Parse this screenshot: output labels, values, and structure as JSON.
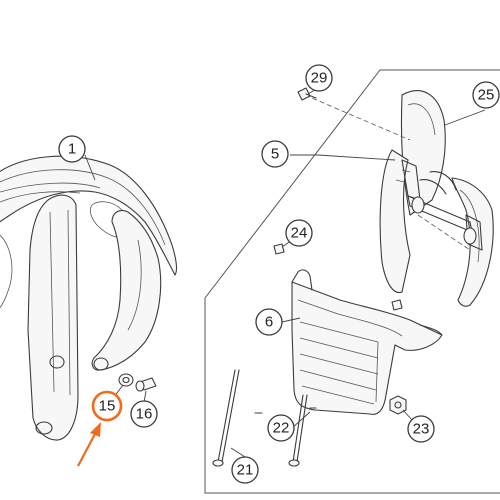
{
  "callouts": [
    {
      "id": "1",
      "label": "1"
    },
    {
      "id": "5",
      "label": "5"
    },
    {
      "id": "6",
      "label": "6"
    },
    {
      "id": "15",
      "label": "15",
      "highlight": true
    },
    {
      "id": "16",
      "label": "16"
    },
    {
      "id": "21",
      "label": "21"
    },
    {
      "id": "22",
      "label": "22"
    },
    {
      "id": "23",
      "label": "23"
    },
    {
      "id": "24",
      "label": "24"
    },
    {
      "id": "25",
      "label": "25"
    },
    {
      "id": "29",
      "label": "29"
    }
  ],
  "colors": {
    "highlight": "#f26b1d",
    "line": "#3c3c3c"
  }
}
